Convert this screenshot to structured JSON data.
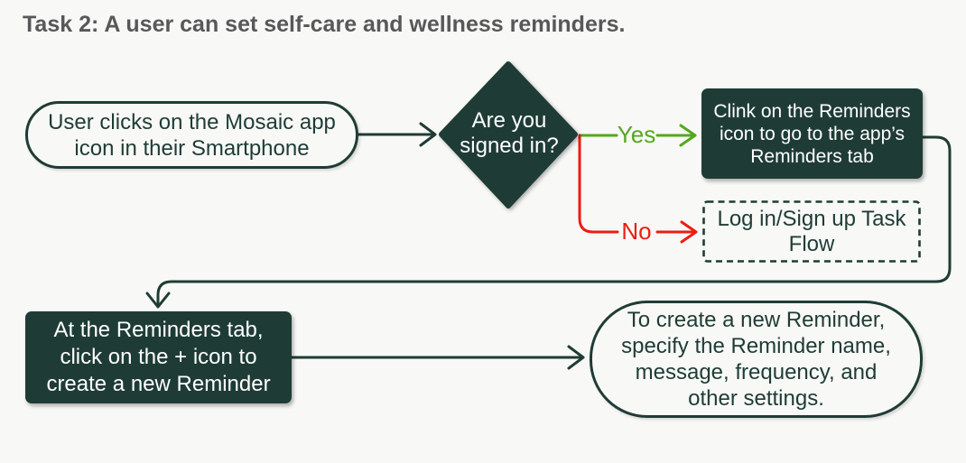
{
  "title": "Task 2: A user can set self-care and wellness reminders.",
  "colors": {
    "page_bg": "#f8f8f7",
    "node_teal": "#1e3c35",
    "title_gray": "#58585a",
    "yes_green": "#55a81e",
    "no_red": "#ee1c11",
    "node_text_light": "#ffffff"
  },
  "nodes": {
    "start": {
      "lines": [
        "User clicks on the Mosaic app",
        "icon in their Smartphone"
      ]
    },
    "decision": {
      "lines": [
        "Are you",
        "signed in?"
      ]
    },
    "reminders_tab": {
      "lines": [
        "Clink on the Reminders",
        "icon to go to the app’s",
        "Reminders tab"
      ]
    },
    "login_flow": {
      "lines": [
        "Log in/Sign up Task",
        "Flow"
      ]
    },
    "create_reminder": {
      "lines": [
        "At the Reminders tab,",
        "click on the + icon to",
        "create a new Reminder"
      ]
    },
    "specify_settings": {
      "lines": [
        "To create a new Reminder,",
        "specify the Reminder name,",
        "message, frequency, and",
        "other settings."
      ]
    }
  },
  "edges": {
    "yes_label": "Yes",
    "no_label": "No"
  }
}
